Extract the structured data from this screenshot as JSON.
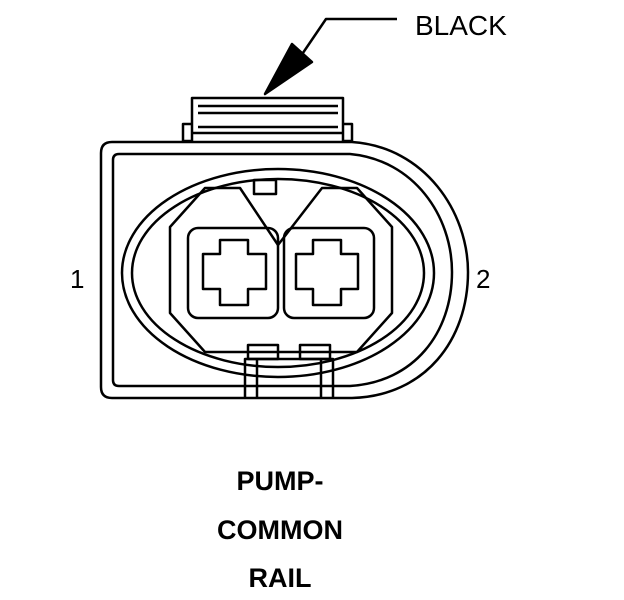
{
  "callout": {
    "label": "BLACK"
  },
  "pins": {
    "pin_1": "1",
    "pin_2": "2"
  },
  "caption": {
    "lines": [
      "PUMP-",
      "COMMON",
      "RAIL"
    ]
  },
  "colors": {
    "line": "#000000",
    "background": "#ffffff"
  }
}
